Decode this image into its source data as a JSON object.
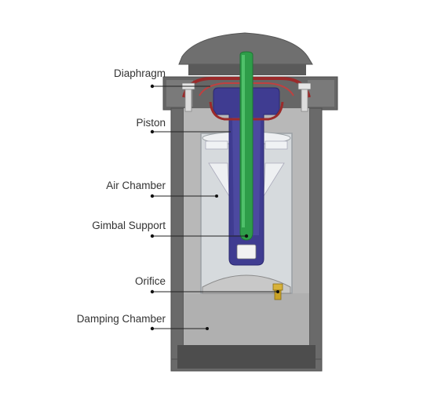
{
  "labels": {
    "diaphragm": "Diaphragm",
    "piston": "Piston",
    "air_chamber": "Air Chamber",
    "gimbal_support": "Gimbal Support",
    "orifice": "Orifice",
    "damping_chamber": "Damping Chamber"
  },
  "colors": {
    "housing": "#6a6a6a",
    "housing_dark": "#4d4d4d",
    "interior": "#b3b3b3",
    "glass": "#d9dde0",
    "piston": "#3d3a8e",
    "rod": "#2e9d49",
    "diaphragm": "#9b2a2a",
    "orifice": "#c9a227"
  }
}
